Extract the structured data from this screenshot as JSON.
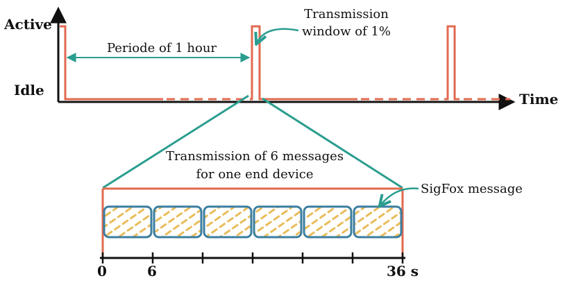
{
  "axis": {
    "active_label": "Active",
    "idle_label": "Idle",
    "time_label": "Time"
  },
  "period": {
    "label": "Periode of 1 hour"
  },
  "window": {
    "label_line1": "Transmission",
    "label_line2": "window of 1%"
  },
  "messages": {
    "label_line1": "Transmission of 6 messages",
    "label_line2": "for one end device",
    "message_count": 6,
    "sigfox_label": "SigFox message"
  },
  "time_axis": {
    "tick_start": "0",
    "tick_second": "6",
    "tick_end": "36 s"
  },
  "colors": {
    "signal": "#e0694f",
    "teal": "#2a9d8f",
    "message_border": "#3a7ea0",
    "message_fill": "#e9bc5a",
    "text": "#111111"
  }
}
